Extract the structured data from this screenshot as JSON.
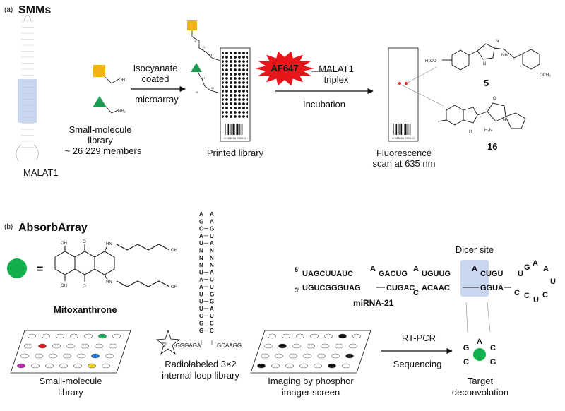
{
  "panel_a": {
    "section": "(a)",
    "title": "SMMs",
    "rna_name": "MALAT1",
    "library_label_line1": "Small-molecule",
    "library_label_line2": "library",
    "library_label_line3": "~ 26 229 members",
    "arrow1_top_line1": "Isocyanate",
    "arrow1_top_line2": "coated",
    "arrow1_bottom": "microarray",
    "printed_label": "Printed library",
    "fluor_tag": "AF647",
    "probe_line1": "MALAT1",
    "probe_line2": "triplex",
    "arrow2_bottom": "Incubation",
    "scan_line1": "Fluorescence",
    "scan_line2": "scan at 635 nm",
    "compound_a": "5",
    "compound_b": "16",
    "barcode_digits": "0 123456 789012",
    "chem_labels": {
      "oh": "OH",
      "nh2": "NH₂",
      "h3co": "H₃CO",
      "och3": "OCH₃",
      "n": "N",
      "h": "H",
      "o": "O",
      "h2n": "H₂N",
      "nh": "NH",
      "hn": "HN"
    }
  },
  "panel_b": {
    "section": "(b)",
    "title": "AbsorbArray",
    "equals": "=",
    "drug_name": "Mitoxanthrone",
    "chem_labels": {
      "oh": "OH",
      "o": "O",
      "hn": "HN",
      "h": "H"
    },
    "library_label_line1": "Small-molecule",
    "library_label_line2": "library",
    "loop_label_line1": "Radiolabeled 3×2",
    "loop_label_line2": "internal loop library",
    "five_prime": "5'",
    "five_seq": "-GGGAGA",
    "three_seq": "GCAAGG",
    "hairpin_rows": [
      [
        "A",
        "A"
      ],
      [
        "G",
        "A"
      ],
      [
        "C",
        "G"
      ],
      [
        "A",
        "U"
      ],
      [
        "U",
        "A"
      ],
      [
        "N",
        "N"
      ],
      [
        "N",
        "N"
      ],
      [
        "N",
        "N"
      ],
      [
        "U",
        "A"
      ],
      [
        "A",
        "U"
      ],
      [
        "A",
        "U"
      ],
      [
        "U",
        "G"
      ],
      [
        "U",
        "G"
      ],
      [
        "U",
        "A"
      ],
      [
        "G",
        "U"
      ],
      [
        "G",
        "C"
      ],
      [
        "G",
        "C"
      ]
    ],
    "imaging_label_line1": "Imaging by phosphor",
    "imaging_label_line2": "imager screen",
    "arrow_top": "RT-PCR",
    "arrow_bottom": "Sequencing",
    "target_label_line1": "Target",
    "target_label_line2": "deconvolution",
    "dicer_label": "Dicer site",
    "mirna_name": "miRNA-21",
    "top_strand": {
      "prime": "5'",
      "seg1": "UAGCUUAUC",
      "bulge1": "A",
      "seg2": "GACUG",
      "bulge2": "A",
      "seg3": "UGUUG",
      "bulge3": "A",
      "seg4": "CUGU",
      "loop": [
        "U",
        "G",
        "A",
        "A",
        "U",
        "C",
        "U",
        "C"
      ]
    },
    "bottom_strand": {
      "prime": "3'",
      "seg1": "UGUCGGGUAG",
      "seg2": "CUGAC",
      "bulge1": "C",
      "seg3": "ACAAC",
      "seg4": "GGUA",
      "bulge2": "C"
    },
    "target_letters": [
      "A",
      "C",
      "G",
      "C",
      "G"
    ]
  },
  "colors": {
    "fluor_burst": "#e8151b",
    "square_fragment": "#f2b318",
    "triangle_fragment": "#1d9b53",
    "mitoxantrone_dot": "#12b04a",
    "dicer_box": "#c9d7f0",
    "hit_red": "#e21c1c",
    "dot_blue": "#1d73d6",
    "dot_yellow": "#f0d21a",
    "dot_magenta": "#c42bb5",
    "dot_green": "#1fb25a"
  }
}
